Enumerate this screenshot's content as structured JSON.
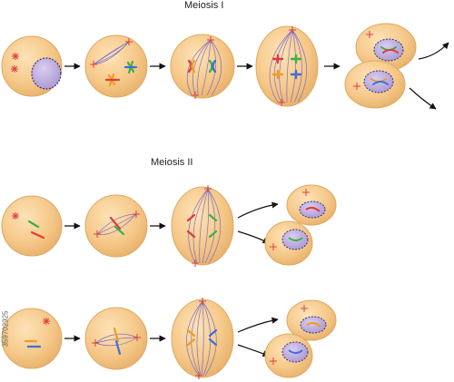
{
  "headings": {
    "meiosis_1": "Meiosis I",
    "meiosis_2": "Meiosis II"
  },
  "stock_id": "359702925",
  "colors": {
    "cell_fill": "#f6c98a",
    "cell_edge": "#e0a860",
    "nucleus_fill": "#b9a7d8",
    "nucleus_edge": "#3a2f7a",
    "spindle": "#7d6fc8",
    "centrosome": "#e23b3b",
    "chrom_red": "#e23b3b",
    "chrom_green": "#3bb04a",
    "chrom_orange": "#f39a1e",
    "chrom_blue": "#3d6fd8",
    "arrow": "#111111"
  }
}
